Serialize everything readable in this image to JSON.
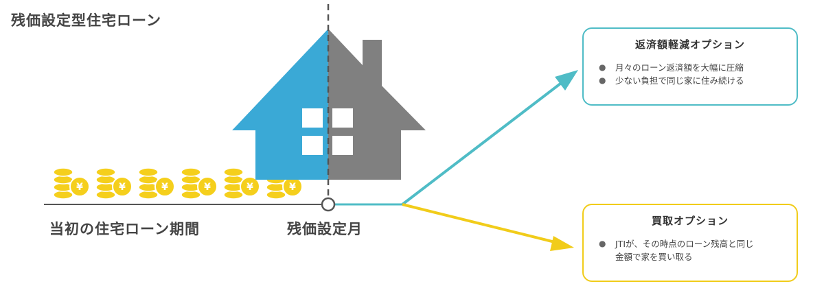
{
  "title": "残価設定型住宅ローン",
  "labels": {
    "period": "当初の住宅ローン期間",
    "settlement_month": "残価設定月"
  },
  "options": [
    {
      "title": "返済額軽減オプション",
      "items": [
        "月々のローン返済額を大幅に圧縮",
        "少ない負担で同じ家に住み続ける"
      ],
      "color": "#4fbcc6"
    },
    {
      "title": "買取オプション",
      "items": [
        "JTIが、その時点のローン残高と同じ",
        "金額で家を買い取る"
      ],
      "color": "#f1cc1a"
    }
  ],
  "coin_symbol": "¥",
  "bullet": "●",
  "colors": {
    "house_left": "#3aa9d6",
    "house_right": "#808080",
    "coin": "#f5cf1c",
    "coin_mark": "#ffffff",
    "timeline": "#555555",
    "teal": "#4fbcc6",
    "yellow": "#f1cc1a",
    "dashed": "#555555"
  }
}
